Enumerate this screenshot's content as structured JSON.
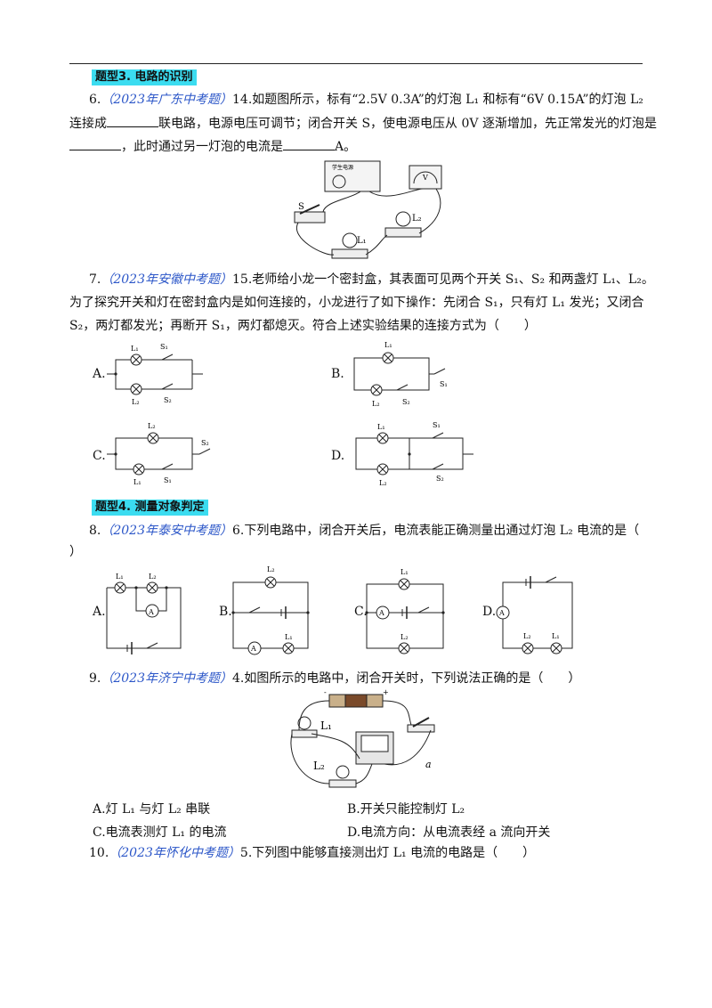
{
  "section3": "题型3. 电路的识别",
  "section4": "题型4. 测量对象判定",
  "q6": {
    "num": "6.",
    "source": "（2023年广东中考题）",
    "l1": "14.如题图所示，标有“2.5V 0.3A”的灯泡 L₁ 和标有“6V 0.15A”的灯泡 L₂",
    "l2a": "连接成",
    "l2b": "联电路，电源电压可调节；闭合开关 S，使电源电压从 0V 逐渐增加，先正常发光的灯泡是",
    "l3a": "，此时通过另一灯泡的电流是",
    "l3b": "A。",
    "fig": {
      "power": "学生电源",
      "meter": "V",
      "s": "S",
      "l1": "L₁",
      "l2": "L₂"
    }
  },
  "q7": {
    "num": "7.",
    "source": "（2023年安徽中考题）",
    "l1": "15.老师给小龙一个密封盒，其表面可见两个开关 S₁、S₂ 和两盏灯 L₁、L₂。",
    "l2": "为了探究开关和灯在密封盒内是如何连接的，小龙进行了如下操作：先闭合 S₁，只有灯 L₁ 发光；又闭合",
    "l3": "S₂，两灯都发光；再断开 S₁，两灯都熄灭。符合上述实验结果的连接方式为（　　）",
    "options": {
      "a": "A.",
      "b": "B.",
      "c": "C.",
      "d": "D."
    },
    "labels": {
      "l1": "L₁",
      "l2": "L₂",
      "s1": "S₁",
      "s2": "S₂"
    }
  },
  "q8": {
    "num": "8.",
    "source": "（2023年泰安中考题）",
    "l1": "6.下列电路中，闭合开关后，电流表能正确测量出通过灯泡 L₂ 电流的是（",
    "l2": "）",
    "options": {
      "a": "A.",
      "b": "B.",
      "c": "C.",
      "d": "D."
    },
    "labels": {
      "l1": "L₁",
      "l2": "L₂",
      "amm": "A"
    }
  },
  "q9": {
    "num": "9.",
    "source": "（2023年济宁中考题）",
    "l1": "4.如图所示的电路中，闭合开关时，下列说法正确的是（　　）",
    "fig": {
      "l1": "L₁",
      "l2": "L₂",
      "a": "a",
      "minus": "-",
      "plus": "+"
    },
    "optA": "A.灯 L₁ 与灯 L₂ 串联",
    "optB": "B.开关只能控制灯 L₂",
    "optC": "C.电流表测灯 L₁ 的电流",
    "optD": "D.电流方向：从电流表经 a 流向开关"
  },
  "q10": {
    "num": "10.",
    "source": "（2023年怀化中考题）",
    "l1": "5.下列图中能够直接测出灯 L₁ 电流的电路是（　　）"
  }
}
